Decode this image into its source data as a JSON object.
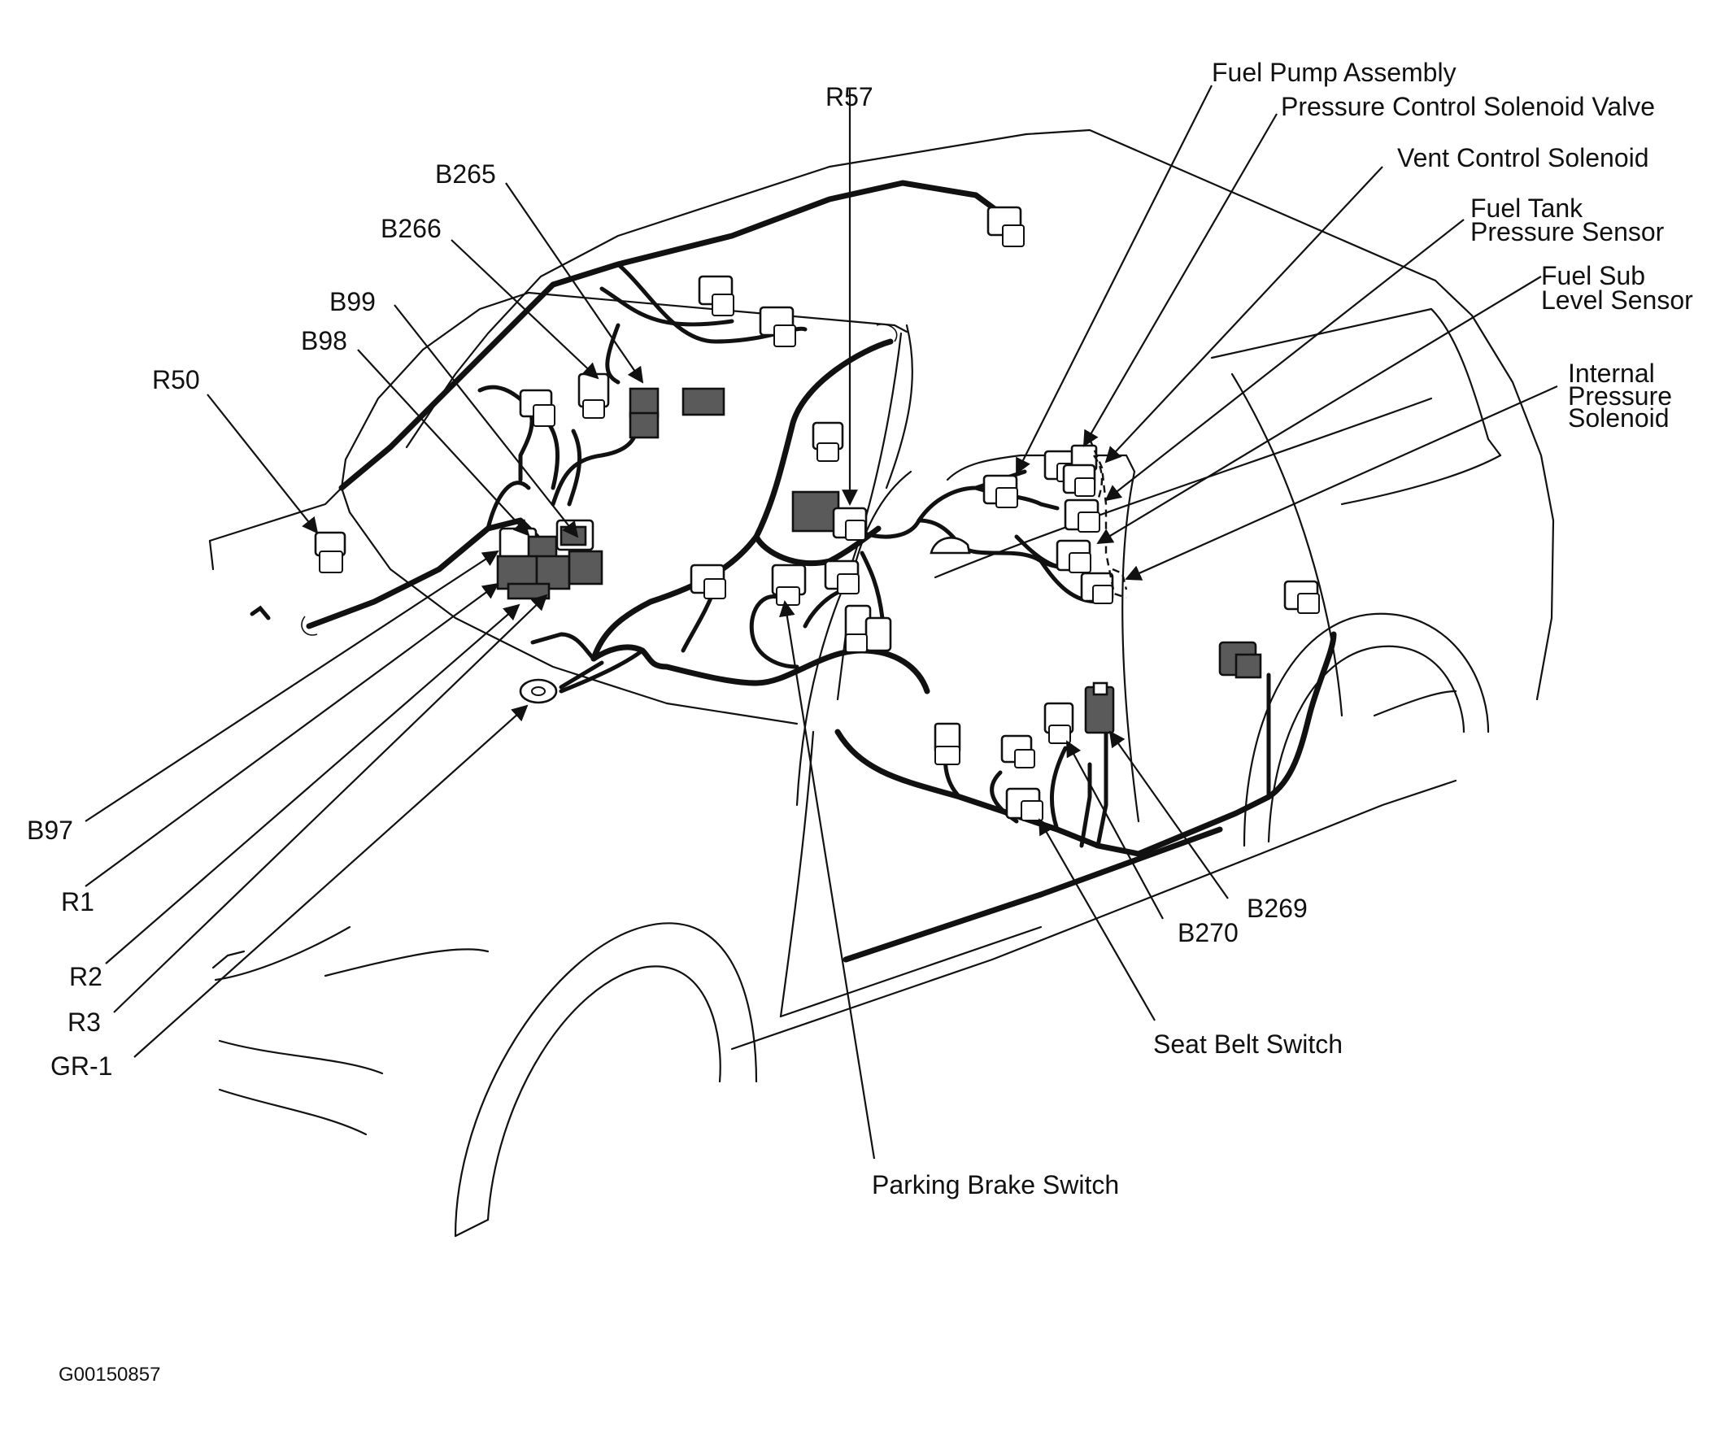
{
  "labels": {
    "R57": "R57",
    "B265": "B265",
    "B266": "B266",
    "B99": "B99",
    "B98": "B98",
    "R50": "R50",
    "B97": "B97",
    "R1": "R1",
    "R2": "R2",
    "R3": "R3",
    "GR1": "GR-1",
    "fuel_pump": "Fuel Pump Assembly",
    "pressure_control": "Pressure Control Solenoid Valve",
    "vent_control": "Vent Control Solenoid",
    "fuel_tank_1": "Fuel Tank",
    "fuel_tank_2": "Pressure Sensor",
    "fuel_sub_1": "Fuel Sub",
    "fuel_sub_2": "Level Sensor",
    "internal_1": "Internal",
    "internal_2": "Pressure",
    "internal_3": "Solenoid",
    "B269": "B269",
    "B270": "B270",
    "seat_belt": "Seat Belt Switch",
    "parking_brake": "Parking Brake Switch"
  },
  "figure_code": "G00150857",
  "colors": {
    "line": "#111111",
    "connector_dark": "#5a5a5a",
    "background": "#ffffff"
  }
}
